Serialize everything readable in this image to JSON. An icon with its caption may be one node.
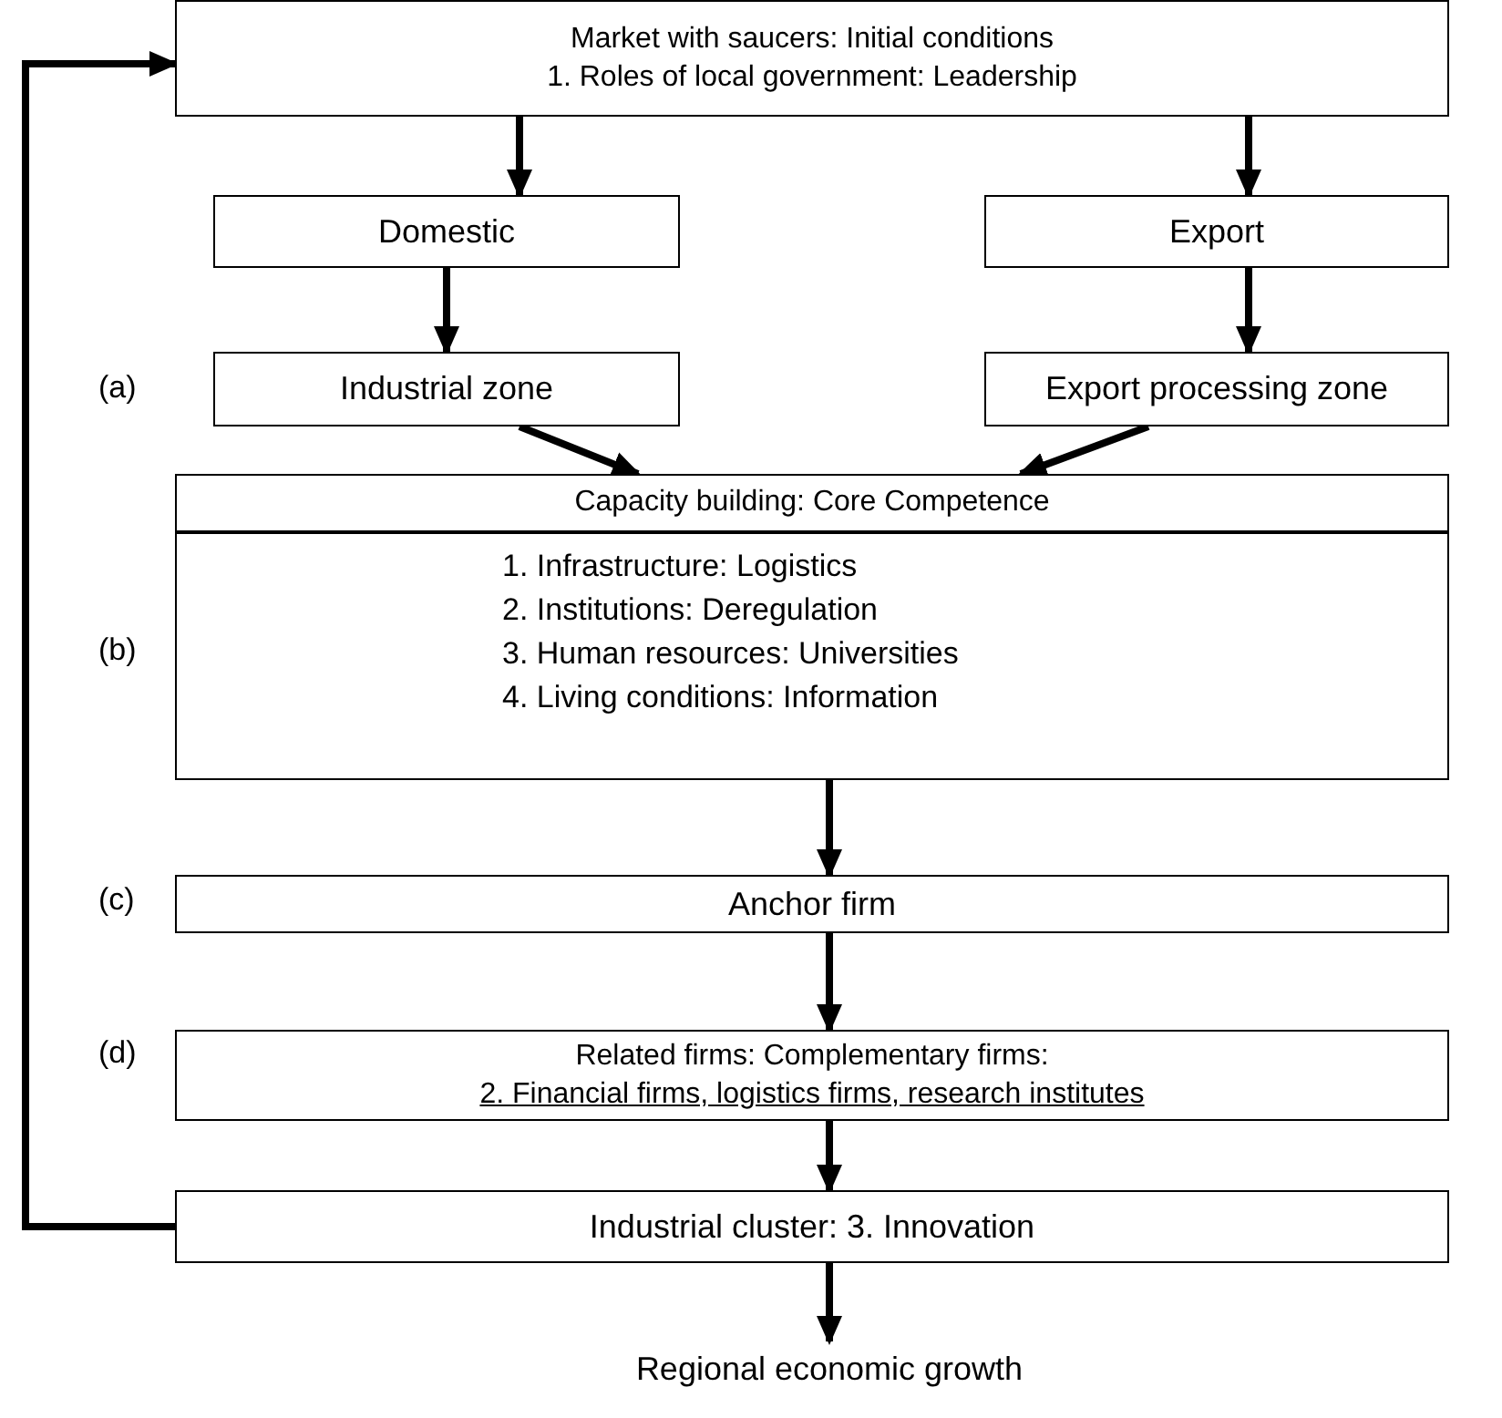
{
  "diagram": {
    "nodes": [
      {
        "text": [
          "Market with saucers: Initial conditions",
          "1. Roles of local government: Leadership"
        ]
      },
      {
        "text": [
          "Domestic"
        ]
      },
      {
        "text": [
          "Export"
        ]
      },
      {
        "text": [
          "Industrial zone"
        ]
      },
      {
        "text": [
          "Export processing zone"
        ]
      },
      {
        "text": [
          "Capacity building: Core Competence",
          "1. Infrastructure: Logistics",
          "2. Institutions: Deregulation",
          "3. Human resources: Universities",
          "4. Living conditions: Information"
        ]
      },
      {
        "text": [
          "Anchor firm"
        ]
      },
      {
        "text": [
          "Related firms: Complementary firms:",
          "2. Financial firms, logistics firms, research institutes"
        ]
      },
      {
        "text": [
          "Industrial cluster: 3. Innovation"
        ]
      },
      {
        "text": [
          "Regional economic growth"
        ]
      }
    ],
    "edges": [
      {
        "from": 0,
        "to": 1,
        "arrow": "to"
      },
      {
        "from": 0,
        "to": 2,
        "arrow": "to"
      },
      {
        "from": 1,
        "to": 3,
        "arrow": "to"
      },
      {
        "from": 2,
        "to": 4,
        "arrow": "to"
      },
      {
        "from": 3,
        "to": 5,
        "arrow": "to"
      },
      {
        "from": 4,
        "to": 5,
        "arrow": "to"
      },
      {
        "from": 5,
        "to": 6,
        "arrow": "to"
      },
      {
        "from": 6,
        "to": 7,
        "arrow": "to"
      },
      {
        "from": 7,
        "to": 8,
        "arrow": "to"
      },
      {
        "from": 8,
        "to": 9,
        "arrow": "to"
      },
      {
        "from": 8,
        "to": 0,
        "arrow": "to"
      }
    ],
    "labels": [
      "(a)",
      "(b)",
      "(c)",
      "(d)"
    ]
  }
}
